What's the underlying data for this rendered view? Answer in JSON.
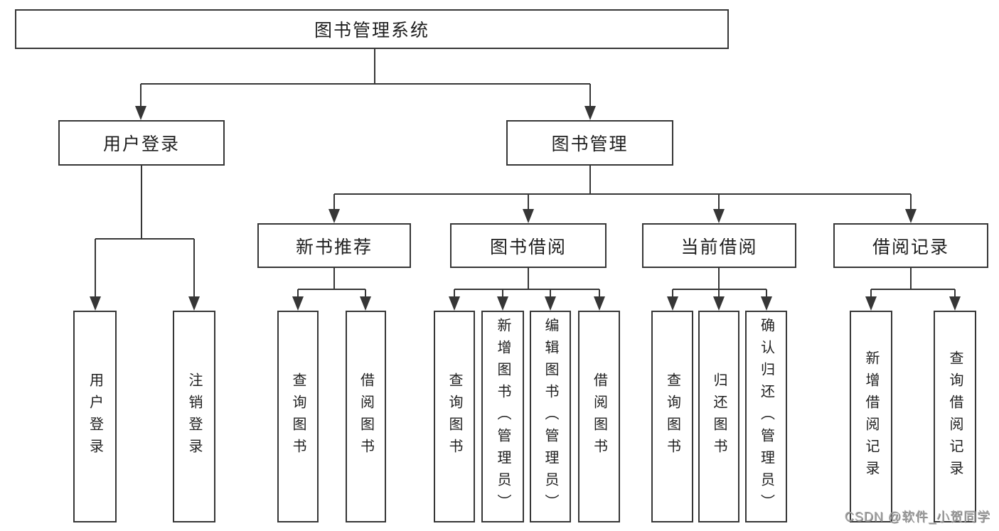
{
  "tree": {
    "root": {
      "label": "图书管理系统"
    },
    "branches": [
      {
        "label": "用户登录",
        "leaves": [
          {
            "label": "用户登录"
          },
          {
            "label": "注销登录"
          }
        ]
      },
      {
        "label": "图书管理",
        "groups": [
          {
            "label": "新书推荐",
            "leaves": [
              {
                "label": "查询图书"
              },
              {
                "label": "借阅图书"
              }
            ]
          },
          {
            "label": "图书借阅",
            "leaves": [
              {
                "label": "查询图书"
              },
              {
                "label": "新增图书（管理员）"
              },
              {
                "label": "编辑图书（管理员）"
              },
              {
                "label": "借阅图书"
              }
            ]
          },
          {
            "label": "当前借阅",
            "leaves": [
              {
                "label": "查询图书"
              },
              {
                "label": "归还图书"
              },
              {
                "label": "确认归还（管理员）"
              }
            ]
          },
          {
            "label": "借阅记录",
            "leaves": [
              {
                "label": "新增借阅记录"
              },
              {
                "label": "查询借阅记录"
              }
            ]
          }
        ]
      }
    ]
  },
  "watermark": {
    "text": "CSDN @软件_小贺同学"
  },
  "style": {
    "line_color": "#363636",
    "text_color": "#1f1f1f",
    "watermark_color": "#a5a5a5",
    "background": "#ffffff"
  }
}
